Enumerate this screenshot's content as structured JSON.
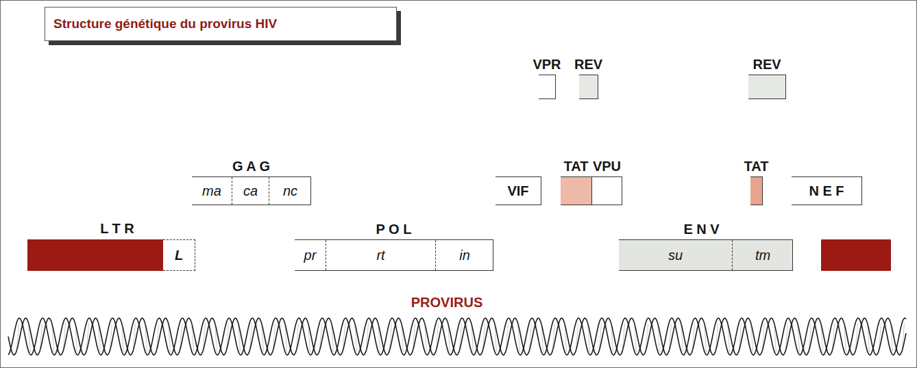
{
  "diagram": {
    "title": "Structure génétique du provirus HIV",
    "nodes": [
      {
        "text": [
          "VPR"
        ]
      },
      {
        "text": [
          "REV"
        ]
      },
      {
        "text": [
          "REV"
        ]
      },
      {
        "text": [
          "G A G"
        ]
      },
      {
        "text": [
          "ma"
        ],
        "in": 3
      },
      {
        "text": [
          "ca"
        ],
        "in": 3
      },
      {
        "text": [
          "nc"
        ],
        "in": 3
      },
      {
        "text": [
          "VIF"
        ]
      },
      {
        "text": [
          "TAT"
        ]
      },
      {
        "text": [
          "VPU"
        ]
      },
      {
        "text": [
          "TAT"
        ]
      },
      {
        "text": [
          "N E F"
        ]
      },
      {
        "text": [
          "L T R"
        ]
      },
      {
        "text": [
          "L"
        ]
      },
      {
        "text": [
          "P O L"
        ]
      },
      {
        "text": [
          "pr"
        ],
        "in": 14
      },
      {
        "text": [
          "rt"
        ],
        "in": 14
      },
      {
        "text": [
          "in"
        ],
        "in": 14
      },
      {
        "text": [
          "E N V"
        ]
      },
      {
        "text": [
          "su"
        ],
        "in": 18
      },
      {
        "text": [
          "tm"
        ],
        "in": 18
      }
    ],
    "labels": [
      "PROVIRUS"
    ]
  }
}
